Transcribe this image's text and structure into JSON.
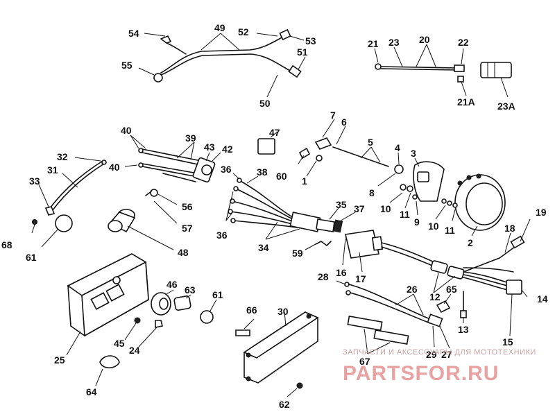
{
  "watermark": {
    "tagline": "ЗАПЧАСТИ И АКСЕССУАРЫ ДЛЯ МОТОТЕХНИКИ",
    "brand": "PARTSFOR.RU"
  },
  "callouts": [
    {
      "id": "c54",
      "text": "54"
    },
    {
      "id": "c49",
      "text": "49"
    },
    {
      "id": "c52",
      "text": "52"
    },
    {
      "id": "c53",
      "text": "53"
    },
    {
      "id": "c55",
      "text": "55"
    },
    {
      "id": "c51",
      "text": "51"
    },
    {
      "id": "c50",
      "text": "50"
    },
    {
      "id": "c21",
      "text": "21"
    },
    {
      "id": "c23",
      "text": "23"
    },
    {
      "id": "c20",
      "text": "20"
    },
    {
      "id": "c22",
      "text": "22"
    },
    {
      "id": "c21a",
      "text": "21A"
    },
    {
      "id": "c23a",
      "text": "23A"
    },
    {
      "id": "c7",
      "text": "7"
    },
    {
      "id": "c6",
      "text": "6"
    },
    {
      "id": "c47",
      "text": "47"
    },
    {
      "id": "c5",
      "text": "5"
    },
    {
      "id": "c4",
      "text": "4"
    },
    {
      "id": "c3",
      "text": "3"
    },
    {
      "id": "c40a",
      "text": "40"
    },
    {
      "id": "c39",
      "text": "39"
    },
    {
      "id": "c43",
      "text": "43"
    },
    {
      "id": "c42",
      "text": "42"
    },
    {
      "id": "c32",
      "text": "32"
    },
    {
      "id": "c40b",
      "text": "40"
    },
    {
      "id": "c36a",
      "text": "36"
    },
    {
      "id": "c38",
      "text": "38"
    },
    {
      "id": "c60",
      "text": "60"
    },
    {
      "id": "c1",
      "text": "1"
    },
    {
      "id": "c8",
      "text": "8"
    },
    {
      "id": "c31",
      "text": "31"
    },
    {
      "id": "c33",
      "text": "33"
    },
    {
      "id": "c56",
      "text": "56"
    },
    {
      "id": "c10a",
      "text": "10"
    },
    {
      "id": "c11a",
      "text": "11"
    },
    {
      "id": "c9",
      "text": "9"
    },
    {
      "id": "c10b",
      "text": "10"
    },
    {
      "id": "c11b",
      "text": "11"
    },
    {
      "id": "c35",
      "text": "35"
    },
    {
      "id": "c37",
      "text": "37"
    },
    {
      "id": "c19",
      "text": "19"
    },
    {
      "id": "c36b",
      "text": "36"
    },
    {
      "id": "c57",
      "text": "57"
    },
    {
      "id": "c68",
      "text": "68"
    },
    {
      "id": "c61a",
      "text": "61"
    },
    {
      "id": "c48",
      "text": "48"
    },
    {
      "id": "c34",
      "text": "34"
    },
    {
      "id": "c59",
      "text": "59"
    },
    {
      "id": "c18",
      "text": "18"
    },
    {
      "id": "c2",
      "text": "2"
    },
    {
      "id": "c16",
      "text": "16"
    },
    {
      "id": "c17",
      "text": "17"
    },
    {
      "id": "c28",
      "text": "28"
    },
    {
      "id": "c26",
      "text": "26"
    },
    {
      "id": "c65",
      "text": "65"
    },
    {
      "id": "c12",
      "text": "12"
    },
    {
      "id": "c14",
      "text": "14"
    },
    {
      "id": "c46",
      "text": "46"
    },
    {
      "id": "c63",
      "text": "63"
    },
    {
      "id": "c61b",
      "text": "61"
    },
    {
      "id": "c66",
      "text": "66"
    },
    {
      "id": "c30",
      "text": "30"
    },
    {
      "id": "c13",
      "text": "13"
    },
    {
      "id": "c45",
      "text": "45"
    },
    {
      "id": "c24",
      "text": "24"
    },
    {
      "id": "c25",
      "text": "25"
    },
    {
      "id": "c15",
      "text": "15"
    },
    {
      "id": "c67",
      "text": "67"
    },
    {
      "id": "c29",
      "text": "29"
    },
    {
      "id": "c27",
      "text": "27"
    },
    {
      "id": "c64",
      "text": "64"
    },
    {
      "id": "c62",
      "text": "62"
    }
  ]
}
